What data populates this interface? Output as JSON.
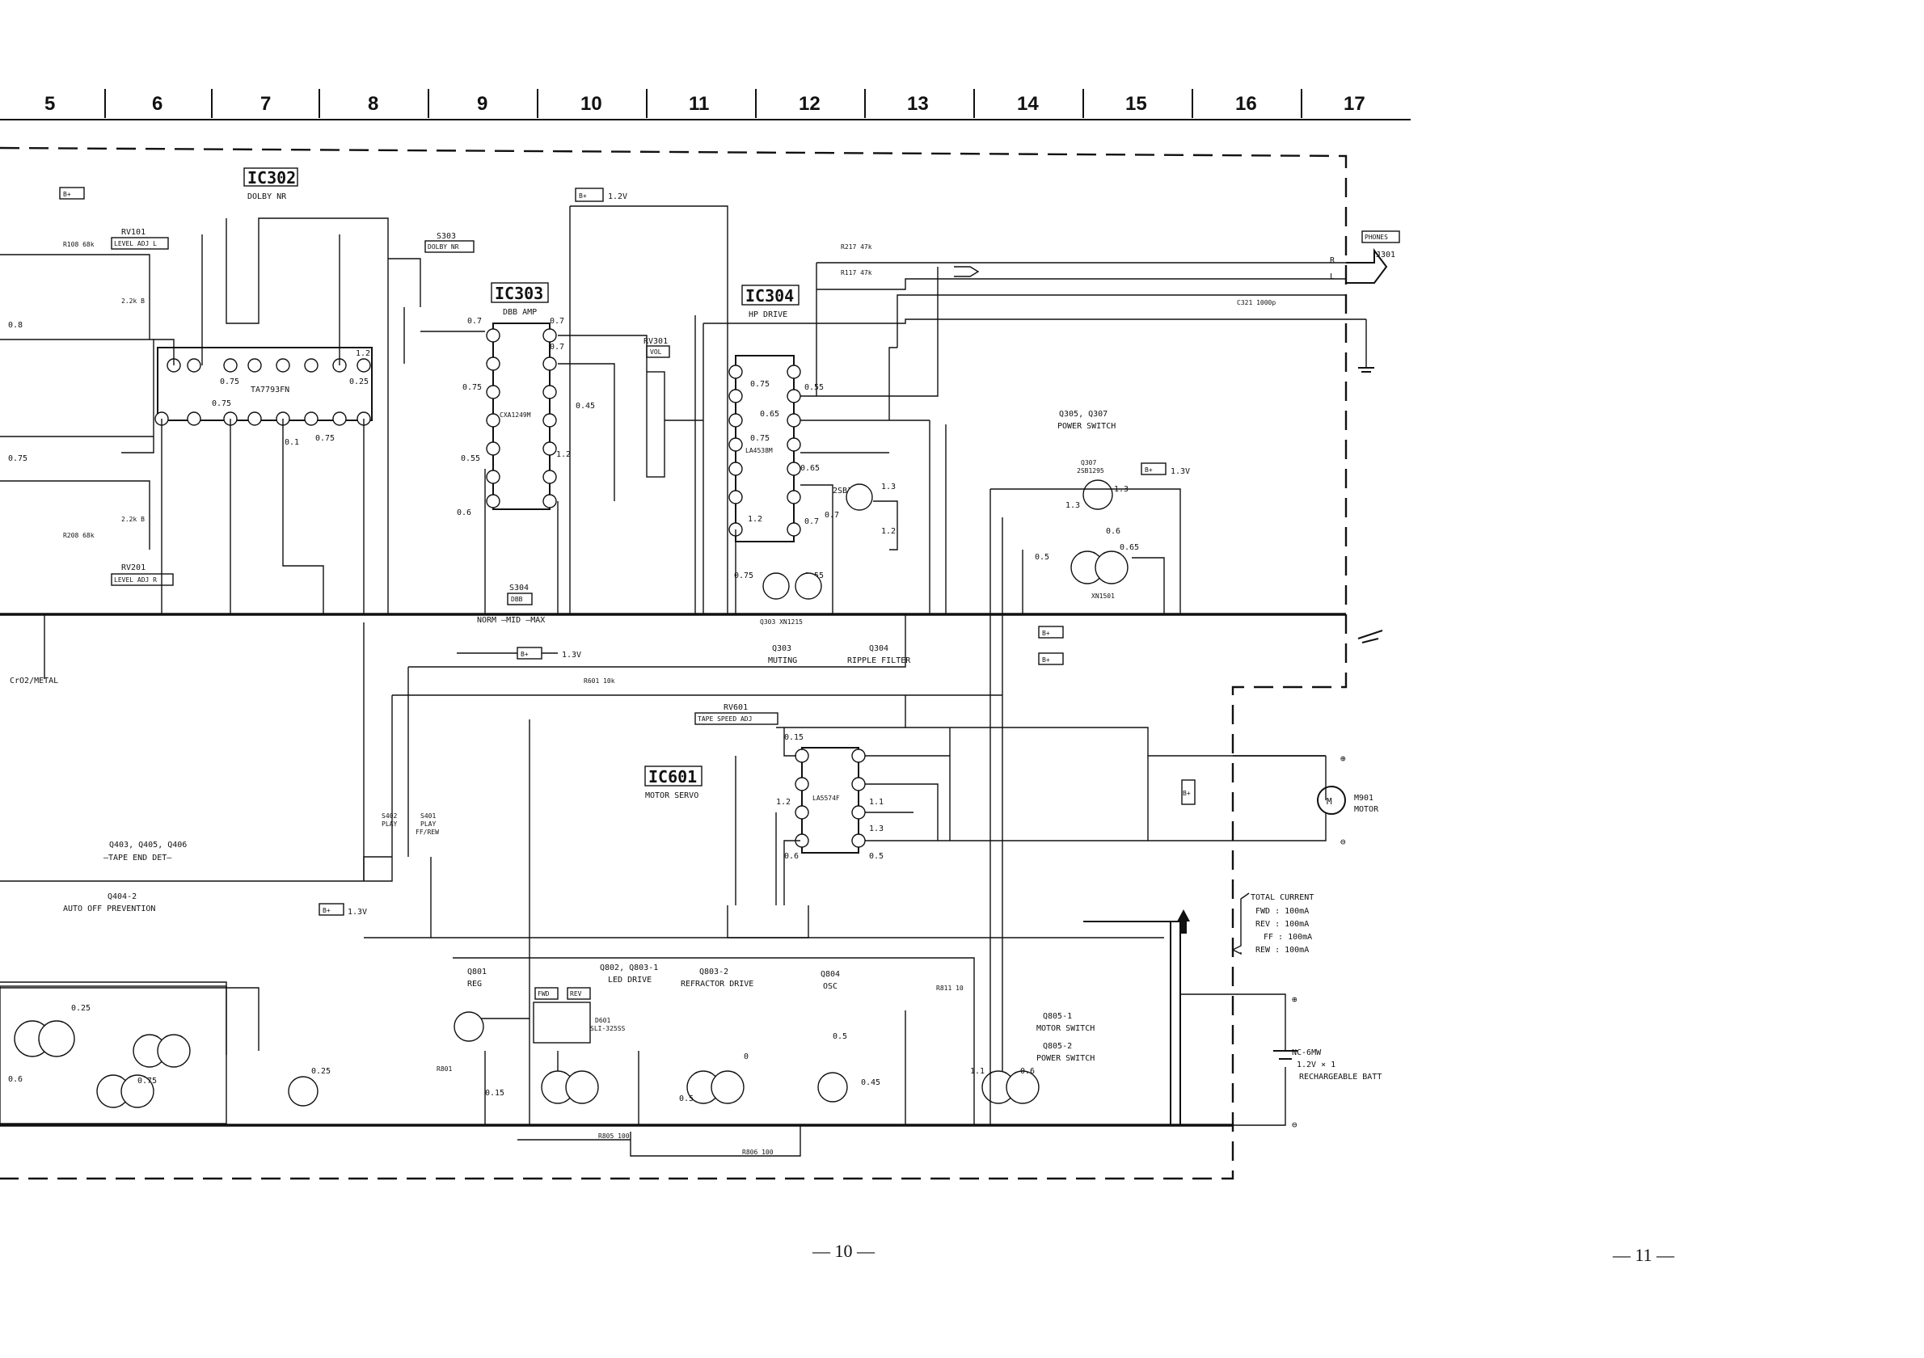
{
  "columns": [
    "5",
    "6",
    "7",
    "8",
    "9",
    "10",
    "11",
    "12",
    "13",
    "14",
    "15",
    "16",
    "17"
  ],
  "page_numbers": {
    "left": "— 10 —",
    "right": "— 11 —"
  },
  "ic_blocks": [
    {
      "id": "IC302",
      "desc": "DOLBY NR",
      "part": "TA7793FN"
    },
    {
      "id": "IC303",
      "desc": "DBB AMP",
      "part": "CXA1249M"
    },
    {
      "id": "IC304",
      "desc": "HP DRIVE",
      "part": "LA4538M"
    },
    {
      "id": "IC601",
      "desc": "MOTOR SERVO",
      "part": "LA5574F"
    }
  ],
  "boxed_labels": {
    "level_adj_l": "LEVEL ADJ L",
    "level_adj_r": "LEVEL ADJ R",
    "dolby_nr": "DOLBY NR",
    "vol": "VOL",
    "tape_speed_adj": "TAPE SPEED ADJ",
    "phones": "PHONES",
    "dbb": "DBB",
    "fwd": "FWD",
    "rev": "REV"
  },
  "labels": {
    "rv101": "RV101",
    "rv201": "RV201",
    "s303": "S303",
    "rv301": "RV301",
    "j301": "J301",
    "rv601": "RV601",
    "s304": "S304",
    "q305_q307": "Q305, Q307",
    "power_switch": "POWER SWITCH",
    "q303": "Q303",
    "muting": "MUTING",
    "q304": "Q304",
    "ripple_filter": "RIPPLE FILTER",
    "norm_mid_max": "NORM —MID —MAX",
    "q403_405_406": "Q403, Q405, Q406",
    "tape_end_det": "—TAPE END DET—",
    "q404_2": "Q404-2",
    "auto_off": "AUTO OFF PREVENTION",
    "q801": "Q801",
    "reg": "REG",
    "q802_803_1": "Q802, Q803-1",
    "led_drive": "LED DRIVE",
    "q803_2": "Q803-2",
    "refractor_drive": "REFRACTOR DRIVE",
    "q804": "Q804",
    "osc": "OSC",
    "q805_1": "Q805-1",
    "motor_switch": "MOTOR SWITCH",
    "q805_2": "Q805-2",
    "power_switch_2": "POWER SWITCH",
    "m901": "M901",
    "motor": "MOTOR",
    "batt_type": "NC-6MW",
    "batt_spec": "1.2V × 1",
    "batt_desc": "RECHARGEABLE BATT",
    "crO2_metal": "CrO2/METAL",
    "s402": "S402",
    "play": "PLAY",
    "s401": "S401",
    "play2": "PLAY",
    "ff_rew": "FF/REW",
    "q307": "Q307",
    "q307_part": "2SB1295",
    "q304_part": "2SB1295",
    "q305_part": "XN1501",
    "q303_part": "Q303 XN1215",
    "d601": "D601",
    "d601_part": "SLI-325SS",
    "r801": "R801",
    "r805": "R805 100",
    "r806": "R806 100",
    "r811": "R811 10",
    "r601": "R601 10k",
    "r108": "R108 68k",
    "r208": "R208 68k",
    "r217": "R217 47k",
    "r117": "R117 47k",
    "c321": "C321 1000p",
    "rv101_val": "2.2k B",
    "rv201_val": "2.2k B",
    "l": "L",
    "r": "R"
  },
  "voltages": {
    "b1_2v": "1.2V",
    "b1_3v_a": "1.3V",
    "b1_3v_b": "1.3V",
    "b1_3v_c": "1.3V",
    "v0_7": "0.7",
    "v0_75": "0.75",
    "v0_25": "0.25",
    "v0_45": "0.45",
    "v0_55": "0.55",
    "v0_65": "0.65",
    "v1_2": "1.2",
    "v1_3": "1.3",
    "v0_15": "0.15",
    "v0_6": "0.6",
    "v0_5": "0.5",
    "v1_1": "1.1",
    "v0_8": "0.8",
    "v0_1": "0.1",
    "v0": "0"
  },
  "total_current": {
    "title": "TOTAL CURRENT",
    "rows": [
      "FWD : 100mA",
      "REV : 100mA",
      "FF : 100mA",
      "REW : 100mA"
    ]
  },
  "symbols": {
    "bplus": "B+",
    "plus": "⊕",
    "minus": "⊖"
  }
}
